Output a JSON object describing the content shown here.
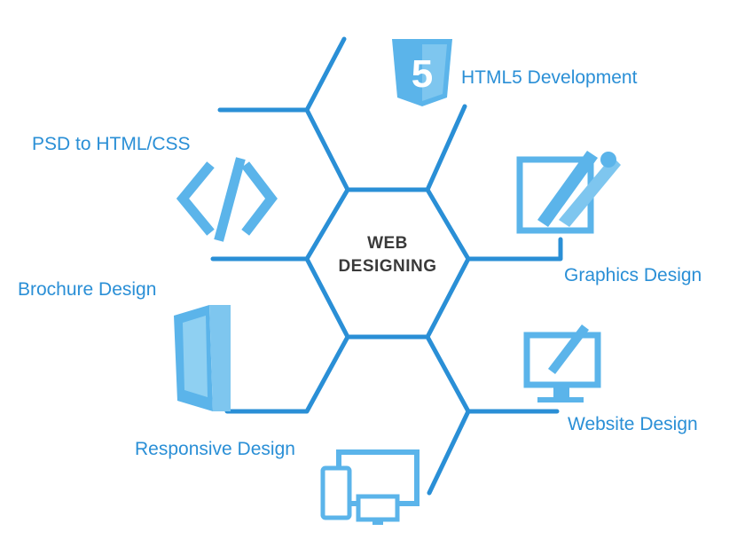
{
  "center": {
    "line1": "WEB",
    "line2": "DESIGNING"
  },
  "items": [
    {
      "label": "HTML5 Development",
      "icon": "html5-icon"
    },
    {
      "label": "PSD to HTML/CSS",
      "icon": "code-brackets-icon"
    },
    {
      "label": "Graphics Design",
      "icon": "graphics-tools-icon"
    },
    {
      "label": "Brochure Design",
      "icon": "brochure-icon"
    },
    {
      "label": "Website Design",
      "icon": "monitor-pen-icon"
    },
    {
      "label": "Responsive Design",
      "icon": "devices-icon"
    }
  ],
  "colors": {
    "accent": "#2a8fd6",
    "icon_fill": "#5bb4ea",
    "center_text": "#3a3a3a"
  }
}
